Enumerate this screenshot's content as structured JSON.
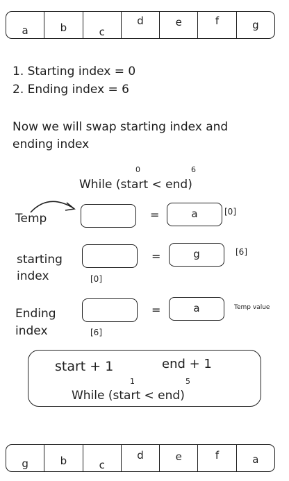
{
  "array_before": [
    "a",
    "b",
    "c",
    "d",
    "e",
    "f",
    "g"
  ],
  "steps": [
    "1. Starting index = 0",
    "2. Ending index = 6"
  ],
  "swap_note": [
    "Now we will swap starting index and",
    "ending index"
  ],
  "loop1": {
    "start_idx": "0",
    "end_idx": "6",
    "text": "While (start < end)"
  },
  "temp_row": {
    "label": "Temp",
    "eq": "=",
    "value": "a",
    "index": "[0]"
  },
  "start_row": {
    "label": [
      "starting",
      "index"
    ],
    "eq": "=",
    "value": "g",
    "index_right": "[6]",
    "index_below": "[0]"
  },
  "end_row": {
    "label": [
      "Ending",
      "index"
    ],
    "eq": "=",
    "value": "a",
    "note": "Temp value",
    "index_below": "[6]"
  },
  "update_box": {
    "start_inc": "start + 1",
    "end_inc": "end + 1",
    "start_idx": "1",
    "end_idx": "5",
    "text": "While (start < end)"
  },
  "array_after": [
    "g",
    "b",
    "c",
    "d",
    "e",
    "f",
    "a"
  ]
}
